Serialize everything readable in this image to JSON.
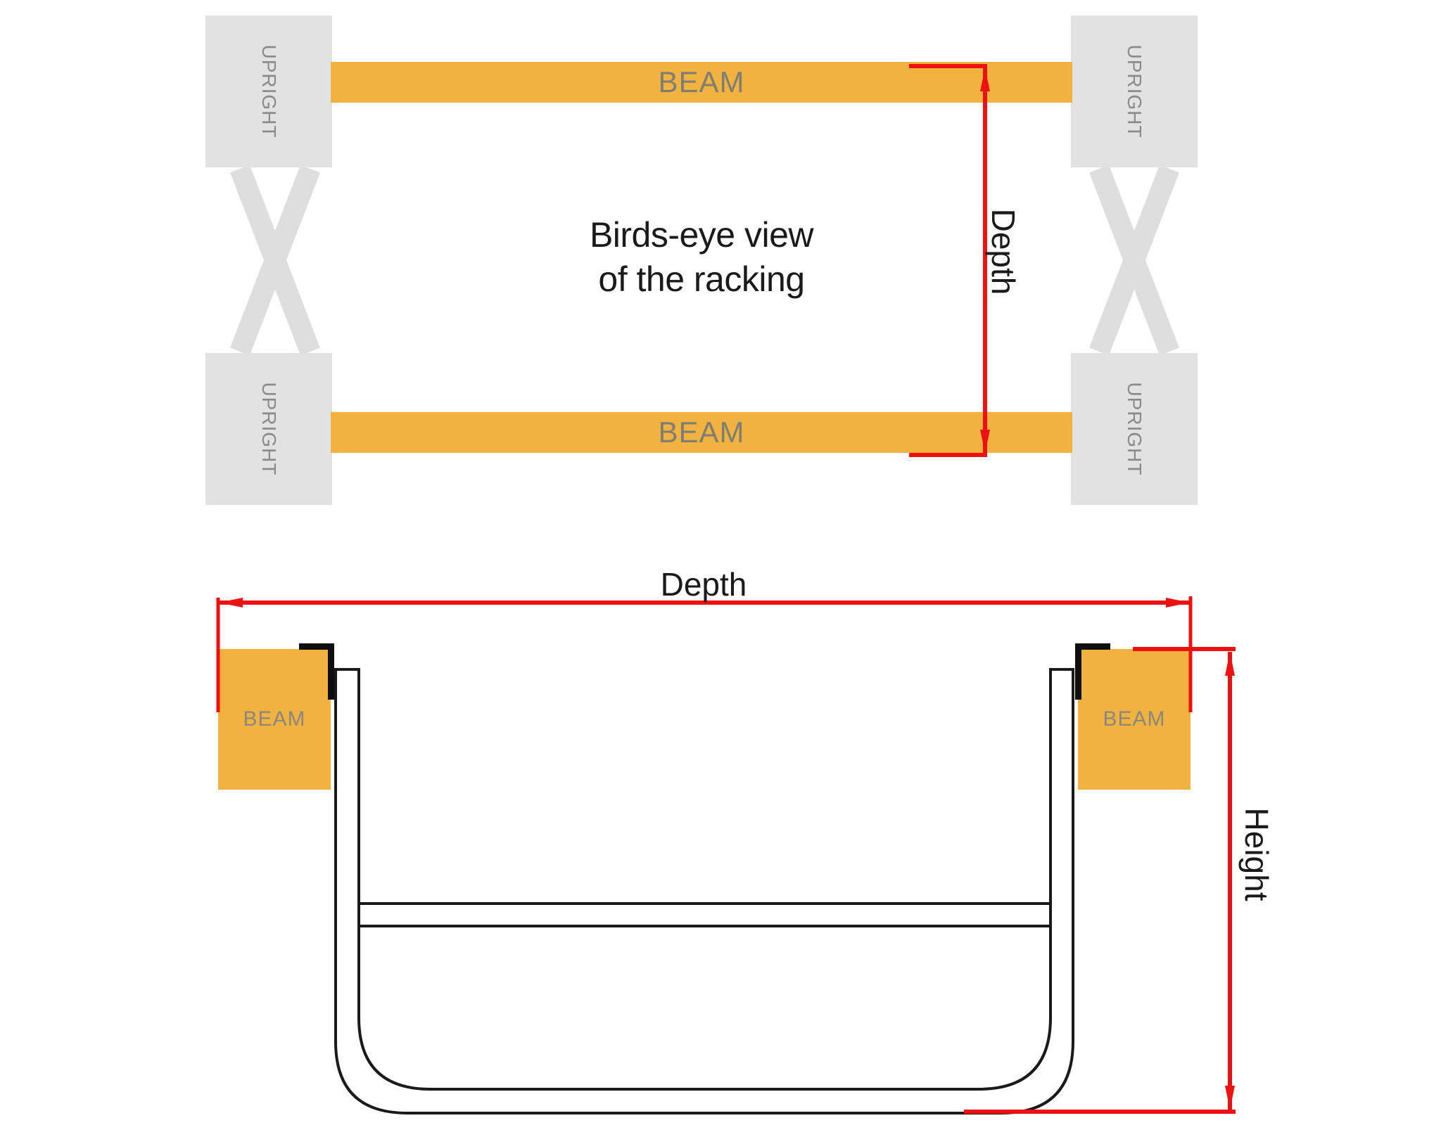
{
  "colors": {
    "beam_orange": "#F2B23F",
    "upright_gray": "#E2E2E2",
    "brace_gray": "#DEDEDE",
    "upright_text_gray": "#8A8A8A",
    "beam_text_gray": "#7E7E74",
    "dimension_red": "#EE1111",
    "outline_black": "#1A1A1A"
  },
  "top_view": {
    "caption": {
      "line1": "Birds-eye view",
      "line2": "of the racking"
    },
    "uprights": [
      {
        "label": "UPRIGHT"
      },
      {
        "label": "UPRIGHT"
      },
      {
        "label": "UPRIGHT"
      },
      {
        "label": "UPRIGHT"
      }
    ],
    "beams": [
      {
        "label": "BEAM"
      },
      {
        "label": "BEAM"
      }
    ],
    "dimension": {
      "label": "Depth"
    }
  },
  "front_view": {
    "beams": [
      {
        "label": "BEAM"
      },
      {
        "label": "BEAM"
      }
    ],
    "dimensions": {
      "depth": {
        "label": "Depth"
      },
      "height": {
        "label": "Height"
      }
    }
  }
}
